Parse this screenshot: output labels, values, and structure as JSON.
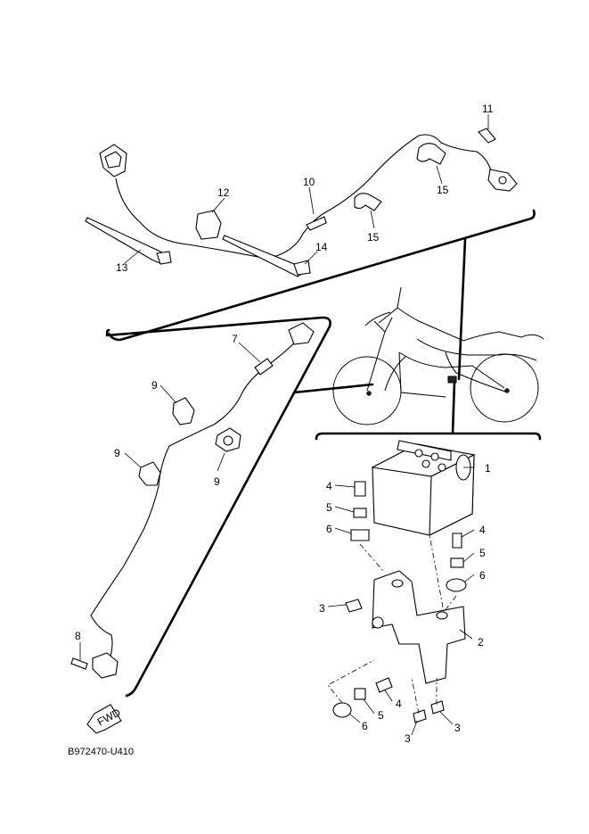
{
  "drawing_code": "B972470-U410",
  "direction_label": "FWD",
  "callouts": {
    "abs_unit": "1",
    "bracket": "2",
    "bolt_3a": "3",
    "bolt_3b": "3",
    "bolt_3c": "3",
    "bolt_4a": "4",
    "bolt_4b": "4",
    "bolt_4c": "4",
    "collar_5a": "5",
    "collar_5b": "5",
    "collar_5c": "5",
    "damper_6a": "6",
    "damper_6b": "6",
    "damper_6c": "6",
    "front_sensor": "7",
    "front_bolt": "8",
    "holder_9a": "9",
    "holder_9b": "9",
    "holder_9c": "9",
    "rear_sensor": "10",
    "rear_bolt": "11",
    "holder_12": "12",
    "band_13": "13",
    "clamp_14": "14",
    "clip_15a": "15",
    "clip_15b": "15"
  }
}
